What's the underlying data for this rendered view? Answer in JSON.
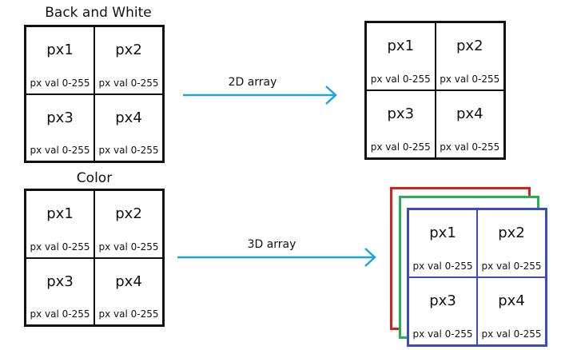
{
  "bw_section": {
    "title": "Back and White"
  },
  "color_section": {
    "title": "Color"
  },
  "arrow_2d": {
    "label": "2D array"
  },
  "arrow_3d": {
    "label": "3D array"
  },
  "cells": [
    {
      "name": "px1",
      "value": "px val 0-255"
    },
    {
      "name": "px2",
      "value": "px val 0-255"
    },
    {
      "name": "px3",
      "value": "px val 0-255"
    },
    {
      "name": "px4",
      "value": "px val 0-255"
    }
  ],
  "colors": {
    "arrow": "#1ea3e0",
    "red_layer": "#d42020",
    "green_layer": "#22b14c",
    "blue_layer": "#3b4cc0"
  }
}
